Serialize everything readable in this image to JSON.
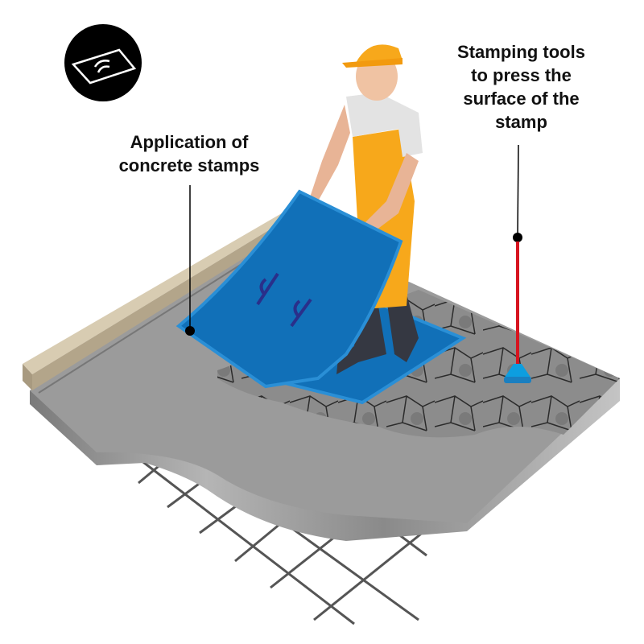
{
  "labels": {
    "application_line1": "Application of",
    "application_line2": "concrete stamps",
    "tools_line1": "Stamping tools",
    "tools_line2": "to press the",
    "tools_line3": "surface of the",
    "tools_line4": "stamp"
  },
  "icons": {
    "badge": "stamp-mat-icon"
  },
  "colors": {
    "stamp_blue": "#1170b8",
    "stamp_edge": "#2a8fd6",
    "overall_orange": "#f7a81b",
    "tool_red": "#d7141f",
    "tamper_blue": "#0d9ee0",
    "concrete": "#9a9a9a",
    "board": "#c9b89a"
  }
}
